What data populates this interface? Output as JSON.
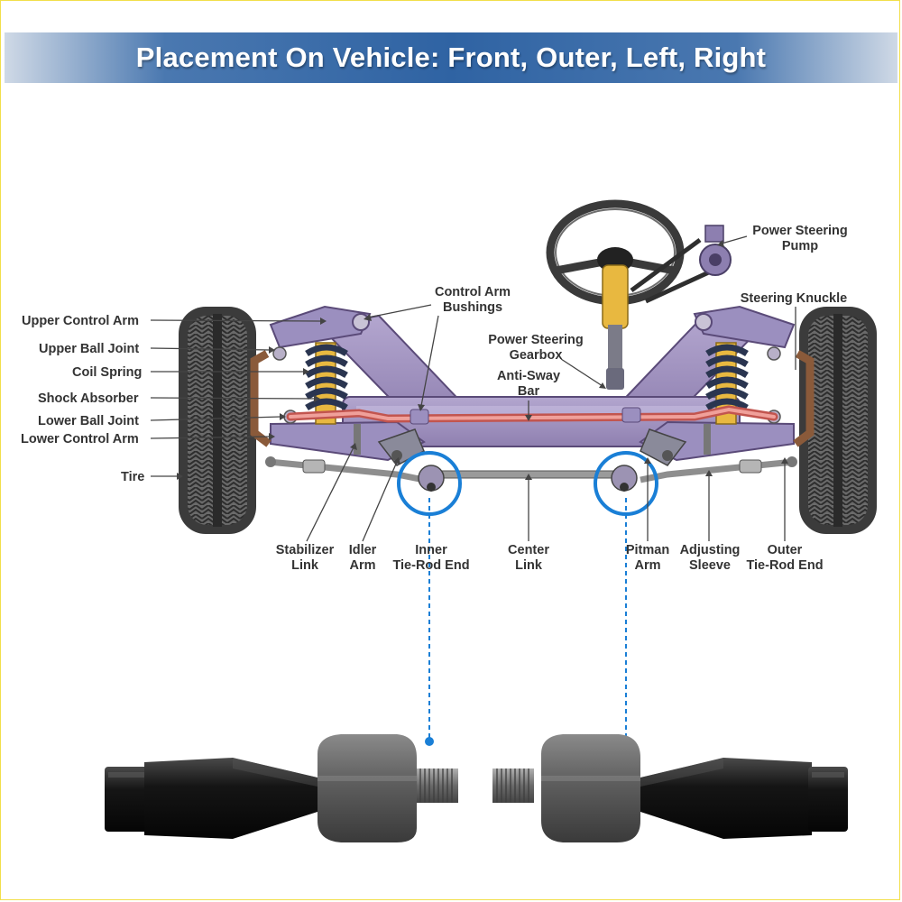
{
  "title": "Placement On Vehicle: Front, Outer, Left, Right",
  "colors": {
    "banner": "#2f63a3",
    "highlight_circle": "#1a7fd6",
    "frame": "#5a4a78",
    "anti_sway_bar": "#e8807a",
    "tire": "#555555",
    "coil_spring": "#2a3550",
    "shock": "#e8b840",
    "product_body": "#1a1a1a",
    "product_socket": "#6e6e6e"
  },
  "labels": {
    "left": {
      "upper_control_arm": "Upper Control Arm",
      "upper_ball_joint": "Upper Ball Joint",
      "coil_spring": "Coil Spring",
      "shock_absorber": "Shock Absorber",
      "lower_ball_joint": "Lower Ball Joint",
      "lower_control_arm": "Lower Control Arm",
      "tire": "Tire"
    },
    "top": {
      "control_arm_bushings": [
        "Control Arm",
        "Bushings"
      ],
      "power_steering_gearbox": [
        "Power Steering",
        "Gearbox"
      ],
      "anti_sway_bar": [
        "Anti-Sway",
        "Bar"
      ],
      "power_steering_pump": [
        "Power Steering",
        "Pump"
      ],
      "steering_knuckle": "Steering Knuckle"
    },
    "bottom": {
      "stabilizer_link": [
        "Stabilizer",
        "Link"
      ],
      "idler_arm": [
        "Idler",
        "Arm"
      ],
      "inner_tie_rod_end": [
        "Inner",
        "Tie-Rod End"
      ],
      "center_link": [
        "Center",
        "Link"
      ],
      "pitman_arm": [
        "Pitman",
        "Arm"
      ],
      "adjusting_sleeve": [
        "Adjusting",
        "Sleeve"
      ],
      "outer_tie_rod_end": [
        "Outer",
        "Tie-Rod End"
      ]
    }
  }
}
